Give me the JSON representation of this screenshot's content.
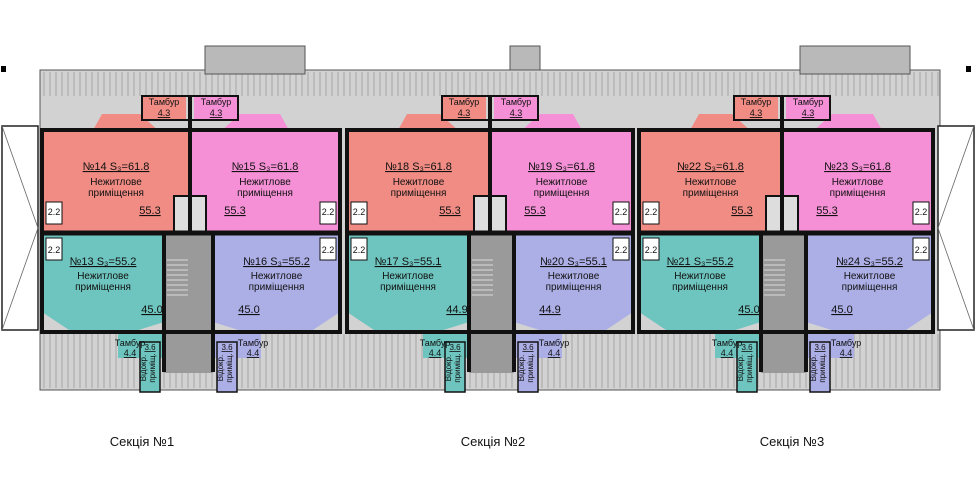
{
  "colors": {
    "salmon": "#f08c84",
    "pink": "#f590d6",
    "teal": "#6ec4be",
    "lavender": "#acaee6",
    "wall": "#111111",
    "ledge": "#b9b9b9",
    "terrace": "#d2d2d2",
    "stair": "#9a9a9a",
    "background": "#ffffff"
  },
  "shared": {
    "nonres_line1": "Нежитлове",
    "nonres_line2": "приміщення",
    "tambur": "Тамбур",
    "tambur_top_area": "4.3",
    "tambur_bottom_area": "4.4",
    "small_area": "2.2",
    "store_area": "3.6",
    "store_line1": "Відокр.",
    "store_line2": "приміщ."
  },
  "sections": [
    {
      "label": "Секція №1",
      "rooms": {
        "top_left": {
          "title": "№14 S₃=61.8",
          "area": "55.3"
        },
        "top_right": {
          "title": "№15 S₃=61.8",
          "area": "55.3"
        },
        "bottom_left": {
          "title": "№13 S₃=55.2",
          "area": "45.0"
        },
        "bottom_right": {
          "title": "№16 S₃=55.2",
          "area": "45.0"
        }
      }
    },
    {
      "label": "Секція №2",
      "rooms": {
        "top_left": {
          "title": "№18 S₃=61.8",
          "area": "55.3"
        },
        "top_right": {
          "title": "№19 S₃=61.8",
          "area": "55.3"
        },
        "bottom_left": {
          "title": "№17 S₃=55.1",
          "area": "44.9"
        },
        "bottom_right": {
          "title": "№20 S₃=55.1",
          "area": "44.9"
        }
      }
    },
    {
      "label": "Секція №3",
      "rooms": {
        "top_left": {
          "title": "№22 S₃=61.8",
          "area": "55.3"
        },
        "top_right": {
          "title": "№23 S₃=61.8",
          "area": "55.3"
        },
        "bottom_left": {
          "title": "№21 S₃=55.2",
          "area": "45.0"
        },
        "bottom_right": {
          "title": "№24 S₃=55.2",
          "area": "45.0"
        }
      }
    }
  ]
}
